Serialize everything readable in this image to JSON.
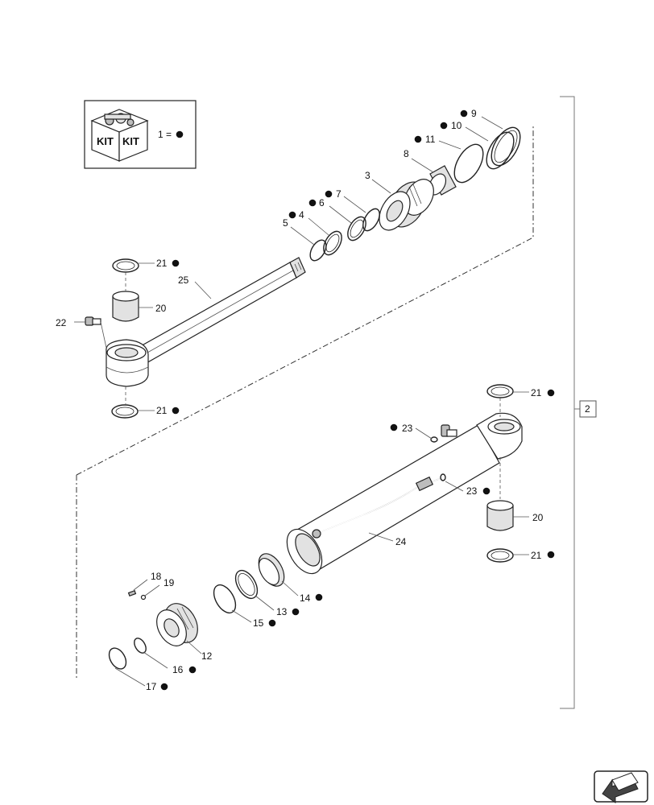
{
  "kit_box": {
    "label_1": "KIT",
    "label_2": "KIT",
    "legend_text": "1 ="
  },
  "assembly_ref": "2",
  "callouts": [
    {
      "id": "callout-3",
      "text": "3"
    },
    {
      "id": "callout-4",
      "text": "4"
    },
    {
      "id": "callout-5",
      "text": "5"
    },
    {
      "id": "callout-6",
      "text": "6"
    },
    {
      "id": "callout-7",
      "text": "7"
    },
    {
      "id": "callout-8",
      "text": "8"
    },
    {
      "id": "callout-9",
      "text": "9"
    },
    {
      "id": "callout-10",
      "text": "10"
    },
    {
      "id": "callout-11",
      "text": "11"
    },
    {
      "id": "callout-12",
      "text": "12"
    },
    {
      "id": "callout-13",
      "text": "13"
    },
    {
      "id": "callout-14",
      "text": "14"
    },
    {
      "id": "callout-15",
      "text": "15"
    },
    {
      "id": "callout-16",
      "text": "16"
    },
    {
      "id": "callout-17",
      "text": "17"
    },
    {
      "id": "callout-18",
      "text": "18"
    },
    {
      "id": "callout-19",
      "text": "19"
    },
    {
      "id": "callout-20a",
      "text": "20"
    },
    {
      "id": "callout-20b",
      "text": "20"
    },
    {
      "id": "callout-21a",
      "text": "21"
    },
    {
      "id": "callout-21b",
      "text": "21"
    },
    {
      "id": "callout-21c",
      "text": "21"
    },
    {
      "id": "callout-21d",
      "text": "21"
    },
    {
      "id": "callout-22",
      "text": "22"
    },
    {
      "id": "callout-23a",
      "text": "23"
    },
    {
      "id": "callout-23b",
      "text": "23"
    },
    {
      "id": "callout-24",
      "text": "24"
    },
    {
      "id": "callout-25",
      "text": "25"
    }
  ],
  "icons": {
    "kit": "kit-box-icon",
    "kit_marker": "black-dot-icon",
    "navigation": "arrow-back-icon"
  },
  "colors": {
    "line": "#222222",
    "marker": "#111111",
    "background": "#ffffff"
  }
}
